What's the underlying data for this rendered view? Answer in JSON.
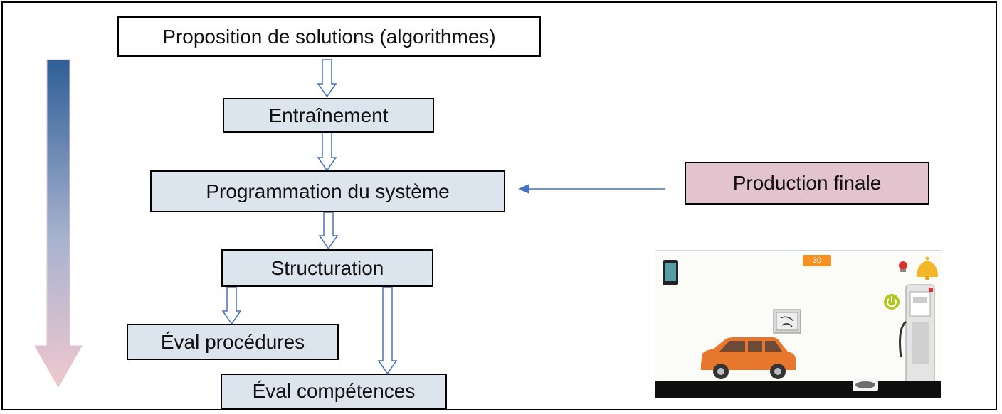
{
  "flow": {
    "top": "Proposition de solutions (algorithmes)",
    "step1": "Entraînement",
    "step2": "Programmation du système",
    "step3": "Structuration",
    "eval1": "Éval procédures",
    "eval2": "Éval compétences",
    "side": "Production finale"
  },
  "game": {
    "score": "30"
  },
  "colors": {
    "box_fill": "#dce4ee",
    "side_fill": "#e3c3cd",
    "arrow_stroke": "#4472c4",
    "gradient_top": "#2e5f96",
    "gradient_bottom": "#efc8cf"
  }
}
